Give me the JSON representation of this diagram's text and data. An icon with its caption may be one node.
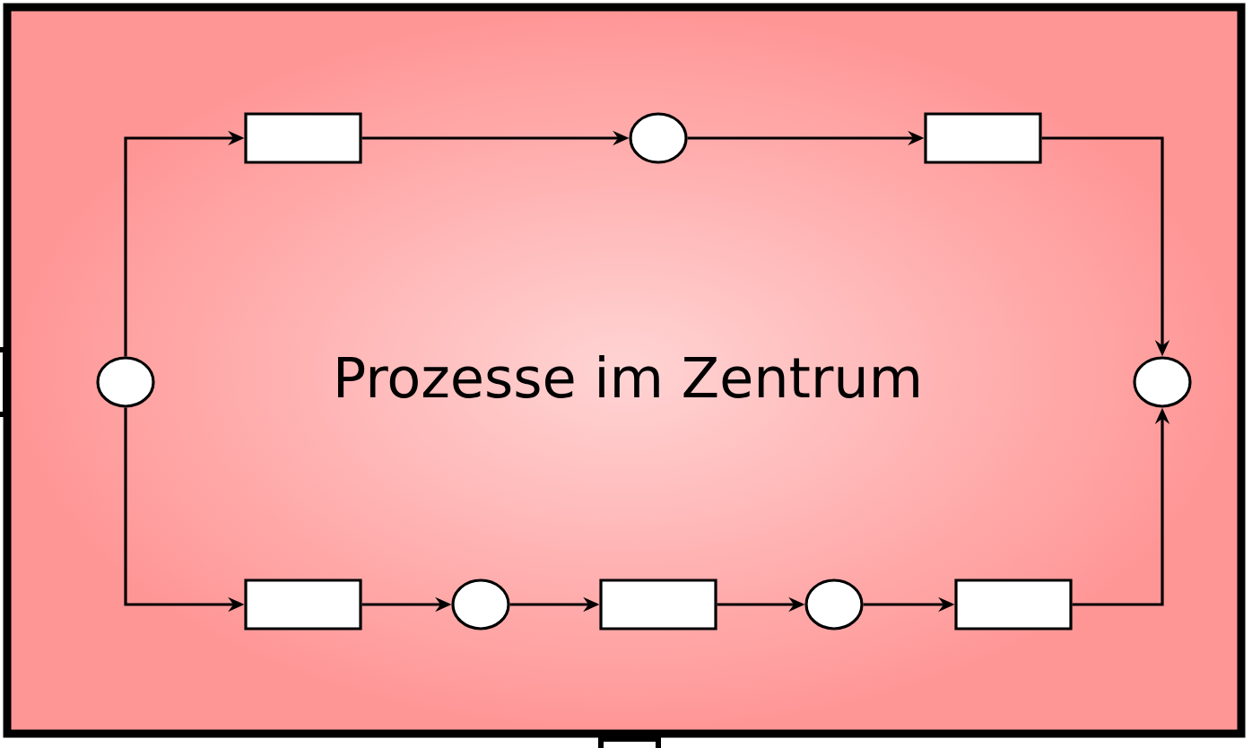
{
  "diagram": {
    "nodes": [
      {
        "text": [
          "Prozesse im Zentrum"
        ]
      },
      {
        "text": [],
        "shape": "circle",
        "in": 0
      },
      {
        "text": [],
        "shape": "box",
        "in": 0
      },
      {
        "text": [],
        "shape": "circle",
        "in": 0
      },
      {
        "text": [],
        "shape": "box",
        "in": 0
      },
      {
        "text": [],
        "shape": "circle",
        "in": 0
      },
      {
        "text": [],
        "shape": "box",
        "in": 0
      },
      {
        "text": [],
        "shape": "circle",
        "in": 0
      },
      {
        "text": [],
        "shape": "box",
        "in": 0
      },
      {
        "text": [],
        "shape": "circle",
        "in": 0
      },
      {
        "text": [],
        "shape": "box",
        "in": 0
      },
      {
        "text": [],
        "shape": "box"
      },
      {
        "text": [],
        "shape": "box"
      }
    ],
    "edges": [
      {
        "from": 1,
        "to": 2,
        "arrow": "to"
      },
      {
        "from": 2,
        "to": 3,
        "arrow": "to"
      },
      {
        "from": 3,
        "to": 4,
        "arrow": "to"
      },
      {
        "from": 4,
        "to": 5,
        "arrow": "to"
      },
      {
        "from": 1,
        "to": 6,
        "arrow": "to"
      },
      {
        "from": 6,
        "to": 7,
        "arrow": "to"
      },
      {
        "from": 7,
        "to": 8,
        "arrow": "to"
      },
      {
        "from": 8,
        "to": 9,
        "arrow": "to"
      },
      {
        "from": 9,
        "to": 10,
        "arrow": "to"
      },
      {
        "from": 10,
        "to": 5,
        "arrow": "to"
      }
    ]
  }
}
